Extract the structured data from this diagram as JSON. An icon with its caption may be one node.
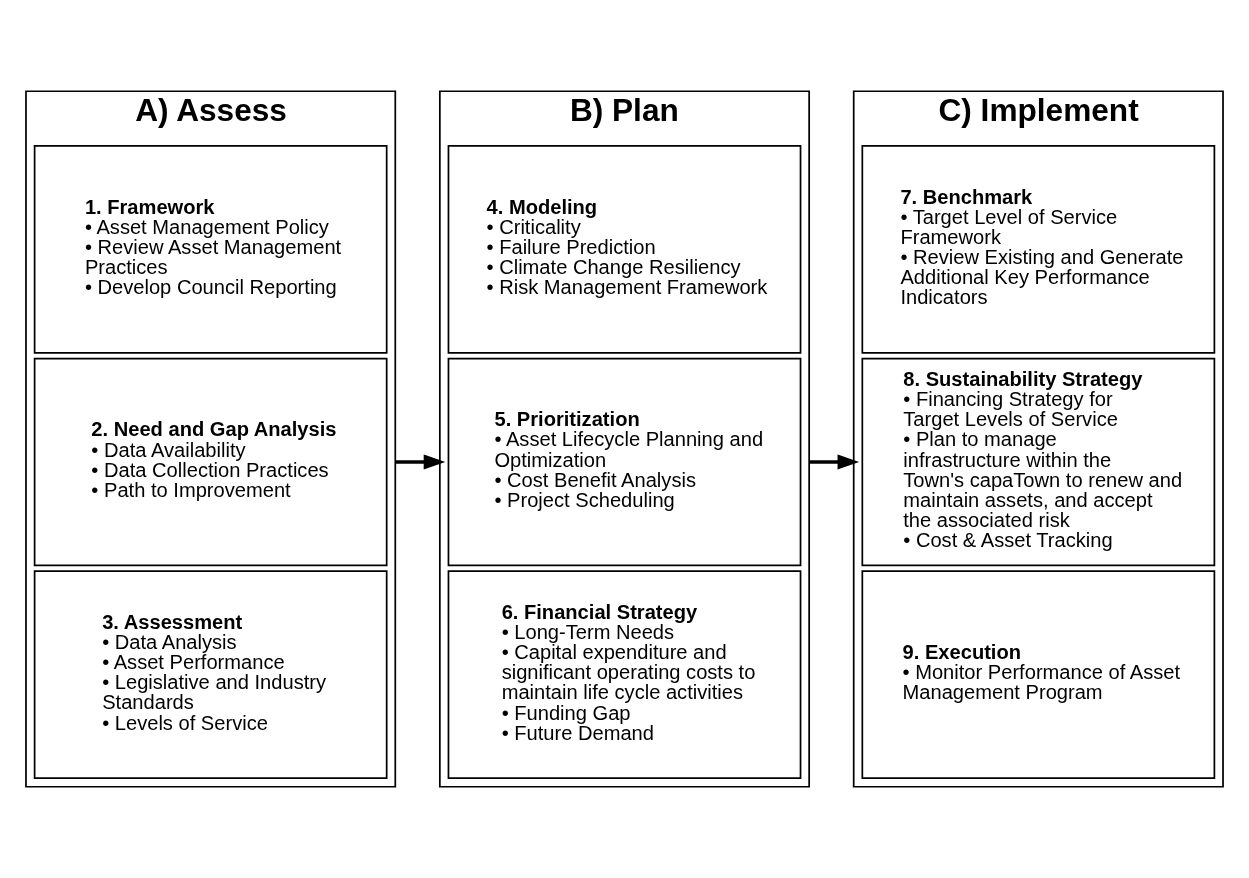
{
  "diagram": {
    "nodes": [
      {
        "text": [
          "A) Assess"
        ]
      },
      {
        "text": [
          "1. Framework",
          "• Asset Management Policy",
          "• Review Asset Management Practices",
          "• Develop Council Reporting"
        ],
        "in": 0
      },
      {
        "text": [
          "2. Need and Gap Analysis",
          "• Data Availability",
          "• Data Collection Practices",
          "• Path to Improvement"
        ],
        "in": 0
      },
      {
        "text": [
          "3. Assessment",
          "• Data Analysis",
          "• Asset Performance",
          "• Legislative and Industry Standards",
          "• Levels of Service"
        ],
        "in": 0
      },
      {
        "text": [
          "B) Plan"
        ]
      },
      {
        "text": [
          "4. Modeling",
          "• Criticality",
          "• Failure Prediction",
          "• Climate Change Resiliency",
          "• Risk Management Framework"
        ],
        "in": 4
      },
      {
        "text": [
          "5. Prioritization",
          "• Asset Lifecycle Planning and Optimization",
          "• Cost Benefit Analysis",
          "• Project Scheduling"
        ],
        "in": 4
      },
      {
        "text": [
          "6. Financial Strategy",
          "• Long-Term Needs",
          "• Capital expenditure and significant operating costs to maintain life cycle activities",
          "• Funding Gap",
          "• Future Demand"
        ],
        "in": 4
      },
      {
        "text": [
          "C) Implement"
        ]
      },
      {
        "text": [
          "7. Benchmark",
          "• Target Level of Service Framework",
          "• Review Existing and Generate Additional Key Performance Indicators"
        ],
        "in": 8
      },
      {
        "text": [
          "8. Sustainability Strategy",
          "• Financing Strategy for Target Levels of Service",
          "• Plan to manage infrastructure within the Town's capaTown to renew and maintain assets, and accept the associated risk",
          "• Cost & Asset Tracking"
        ],
        "in": 8
      },
      {
        "text": [
          "9. Execution",
          "• Monitor Performance of Asset Management Program"
        ],
        "in": 8
      }
    ],
    "edges": [
      {
        "from": 0,
        "to": 4,
        "arrow": "to"
      },
      {
        "from": 4,
        "to": 8,
        "arrow": "to"
      }
    ]
  }
}
